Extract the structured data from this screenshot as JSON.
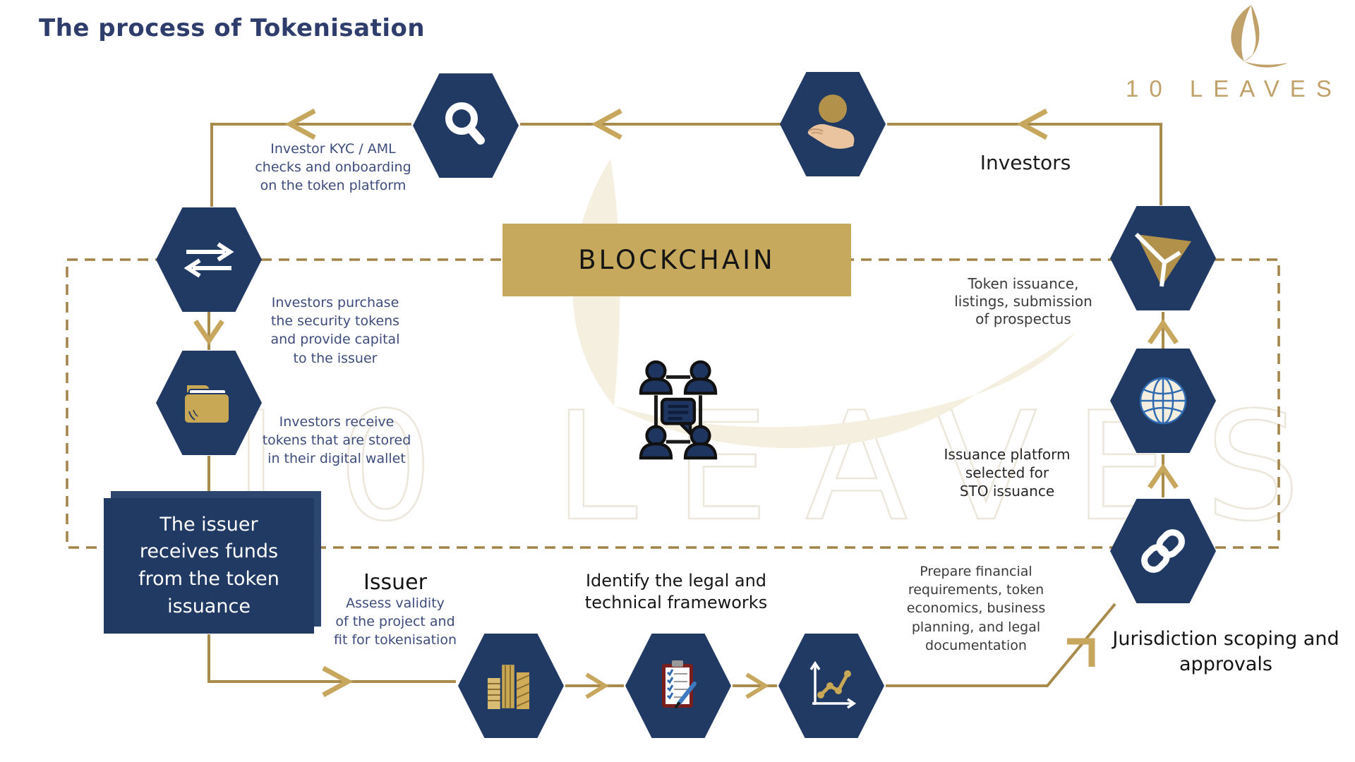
{
  "page": {
    "title": "The process of Tokenisation"
  },
  "logo": {
    "name": "10 LEAVES"
  },
  "watermark": {
    "text": "10 LEAVES"
  },
  "banner": {
    "label": "BLOCKCHAIN"
  },
  "colors": {
    "hexagon_navy": "#213a63",
    "gold_line": "#a98b4b",
    "gold_chevron": "#c6a75d",
    "banner_gold": "#c6a95d",
    "title_navy": "#2e3d6b",
    "body_text_navy": "#3d4c7d",
    "dark_text": "#3a3a3a",
    "logo_gold": "#c0a169"
  },
  "nodes": {
    "investors_label": "Investors",
    "kyc": "Investor KYC / AML\nchecks and onboarding\non the token platform",
    "token_issuance": "Token issuance,\nlistings, submission\nof prospectus",
    "purchase": "Investors purchase\nthe security tokens\nand provide capital\nto the issuer",
    "receive": "Investors receive\ntokens that are stored\nin their digital wallet",
    "issuer_box": "The issuer\nreceives funds\nfrom the token\nissuance",
    "issuer_label": "Issuer",
    "assess": "Assess validity\nof the project and\nfit for tokenisation",
    "identify": "Identify the legal and\ntechnical frameworks",
    "platform": "Issuance platform\nselected for\nSTO issuance",
    "prepare": "Prepare financial\nrequirements, token\neconomics, business\nplanning, and legal\ndocumentation",
    "jurisdiction": "Jurisdiction scoping and\napprovals"
  },
  "hexagons": [
    {
      "id": "search",
      "icon": "magnifier-icon"
    },
    {
      "id": "hand-coin",
      "icon": "hand-coin-icon"
    },
    {
      "id": "exchange",
      "icon": "exchange-arrows-icon"
    },
    {
      "id": "folder",
      "icon": "folder-icon"
    },
    {
      "id": "plane",
      "icon": "paper-plane-icon"
    },
    {
      "id": "globe",
      "icon": "globe-icon"
    },
    {
      "id": "chain",
      "icon": "chain-link-icon"
    },
    {
      "id": "buildings",
      "icon": "buildings-icon"
    },
    {
      "id": "clipboard",
      "icon": "clipboard-checklist-icon"
    },
    {
      "id": "chart",
      "icon": "line-chart-icon"
    }
  ]
}
